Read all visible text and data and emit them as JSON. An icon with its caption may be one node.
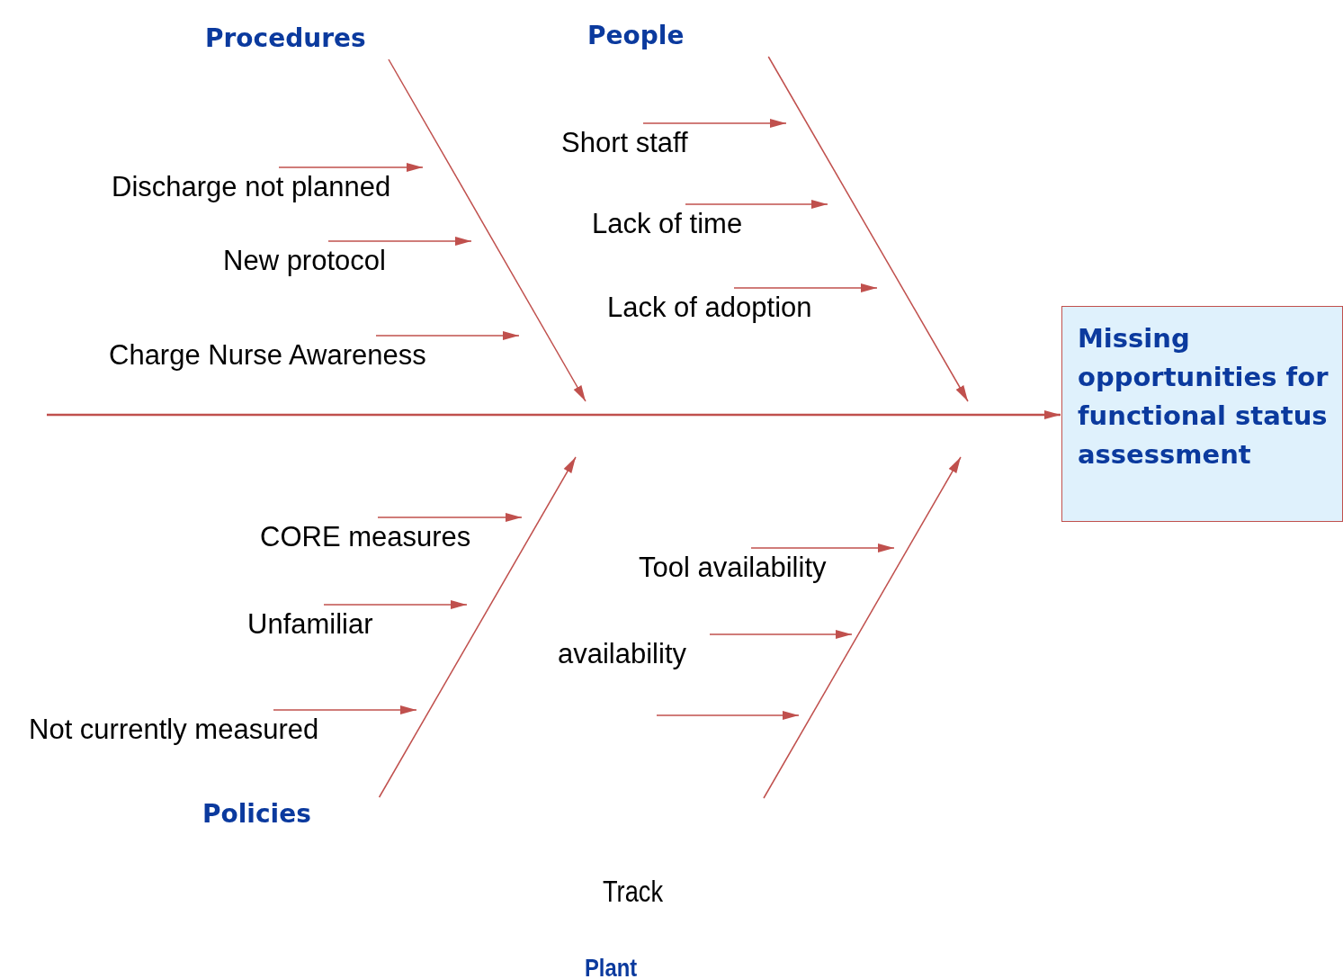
{
  "diagram": {
    "nodes": [
      {
        "text": [
          "Procedures"
        ]
      },
      {
        "text": [
          "People"
        ]
      },
      {
        "text": [
          "Missing opportunities for functional status assessment"
        ]
      },
      {
        "text": [
          "Discharge not planned"
        ]
      },
      {
        "text": [
          "New protocol"
        ]
      },
      {
        "text": [
          "Charge Nurse Awareness"
        ]
      },
      {
        "text": [
          "Short staff"
        ]
      },
      {
        "text": [
          "Lack of time"
        ]
      },
      {
        "text": [
          "Lack of adoption"
        ]
      },
      {
        "text": [
          "CORE measures"
        ]
      },
      {
        "text": [
          "Unfamiliar"
        ]
      },
      {
        "text": [
          "Not currently measured"
        ]
      },
      {
        "text": [
          "Tool availability"
        ]
      },
      {
        "text": [
          "availability"
        ]
      },
      {
        "text": [
          "Policies"
        ]
      }
    ],
    "edges": [
      {
        "from": null,
        "to": 2,
        "arrow": "to"
      },
      {
        "from": 0,
        "to": null,
        "arrow": "to"
      },
      {
        "from": 1,
        "to": null,
        "arrow": "to"
      },
      {
        "from": 14,
        "to": null,
        "arrow": "to"
      },
      {
        "from": 3,
        "to": null,
        "arrow": "to"
      },
      {
        "from": 4,
        "to": null,
        "arrow": "to"
      },
      {
        "from": 5,
        "to": null,
        "arrow": "to"
      },
      {
        "from": 6,
        "to": null,
        "arrow": "to"
      },
      {
        "from": 7,
        "to": null,
        "arrow": "to"
      },
      {
        "from": 8,
        "to": null,
        "arrow": "to"
      },
      {
        "from": 9,
        "to": null,
        "arrow": "to"
      },
      {
        "from": 10,
        "to": null,
        "arrow": "to"
      },
      {
        "from": 11,
        "to": null,
        "arrow": "to"
      },
      {
        "from": 12,
        "to": null,
        "arrow": "to"
      },
      {
        "from": 13,
        "to": null,
        "arrow": "to"
      }
    ],
    "labels": [
      "Track",
      "Plant"
    ]
  }
}
